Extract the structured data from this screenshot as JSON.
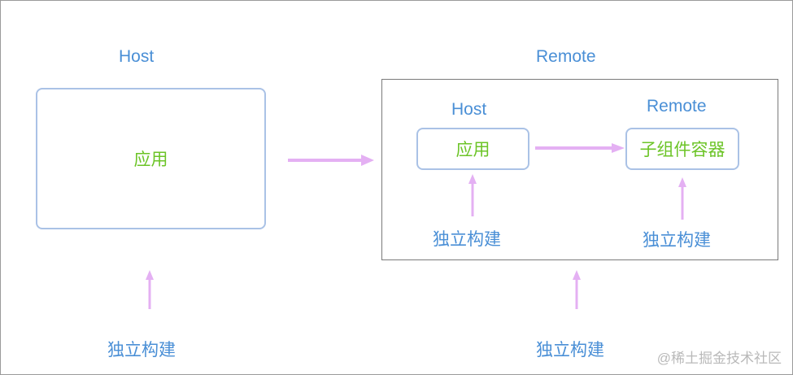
{
  "left": {
    "title": "Host",
    "box_label": "应用",
    "build_label": "独立构建"
  },
  "right": {
    "title": "Remote",
    "bottom_build_label": "独立构建",
    "inner_host": {
      "title": "Host",
      "box_label": "应用",
      "build_label": "独立构建"
    },
    "inner_remote": {
      "title": "Remote",
      "box_label": "子组件容器",
      "build_label": "独立构建"
    }
  },
  "watermark": "@稀土掘金技术社区",
  "colors": {
    "label_blue": "#4a8fd6",
    "label_green": "#6cc427",
    "box_border": "#aac2e6",
    "arrow": "#e4b0f3",
    "container_border": "#7a7a7a"
  }
}
